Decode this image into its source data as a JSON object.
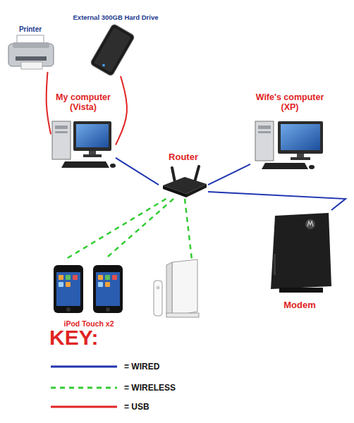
{
  "diagram": {
    "nodes": [
      {
        "text": [
          "Printer"
        ]
      },
      {
        "text": [
          "External 300GB Hard Drive"
        ]
      },
      {
        "text": [
          "My computer (Vista)"
        ]
      },
      {
        "text": [
          "Wife's computer (XP)"
        ]
      },
      {
        "text": [
          "Router"
        ]
      },
      {
        "text": [
          "Modem"
        ]
      },
      {
        "text": [
          "iPod Touch x2"
        ]
      }
    ],
    "edges": [
      {
        "from": 0,
        "to": 2,
        "arrow": "none"
      },
      {
        "from": 1,
        "to": 2,
        "arrow": "none"
      },
      {
        "from": 2,
        "to": 4,
        "arrow": "none"
      },
      {
        "from": 3,
        "to": 4,
        "arrow": "none"
      },
      {
        "from": 4,
        "to": 5,
        "arrow": "none"
      },
      {
        "from": 4,
        "to": 6,
        "arrow": "none"
      },
      {
        "from": 4,
        "to": 6,
        "arrow": "none"
      }
    ],
    "labels": [
      "KEY:"
    ],
    "legend": [
      {
        "text": "= WIRED"
      },
      {
        "text": "= WIRELESS"
      },
      {
        "text": "= USB"
      }
    ]
  }
}
